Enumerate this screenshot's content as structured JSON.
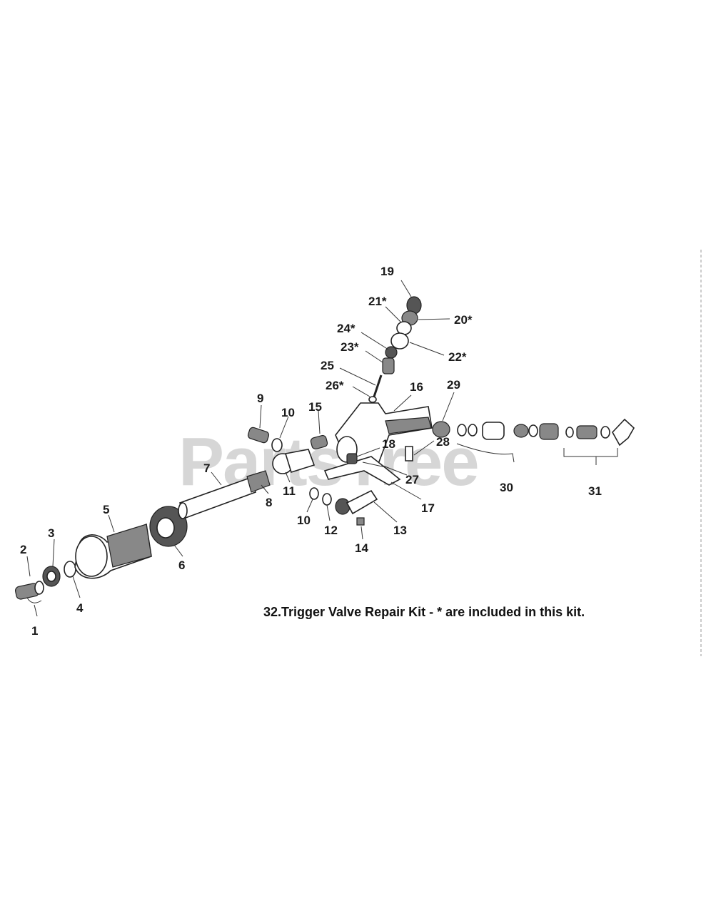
{
  "watermark": "PartsTree",
  "kit_note": "32.Trigger Valve Repair Kit - * are included in this kit.",
  "callouts": {
    "c1": "1",
    "c2": "2",
    "c3": "3",
    "c4": "4",
    "c5": "5",
    "c6": "6",
    "c7": "7",
    "c8": "8",
    "c9": "9",
    "c10a": "10",
    "c10b": "10",
    "c11": "11",
    "c12": "12",
    "c13": "13",
    "c14": "14",
    "c15": "15",
    "c16": "16",
    "c17": "17",
    "c18": "18",
    "c19": "19",
    "c20": "20*",
    "c21": "21*",
    "c22": "22*",
    "c23": "23*",
    "c24": "24*",
    "c25": "25",
    "c26": "26*",
    "c27": "27",
    "c28": "28",
    "c29": "29",
    "c30": "30",
    "c31": "31"
  }
}
